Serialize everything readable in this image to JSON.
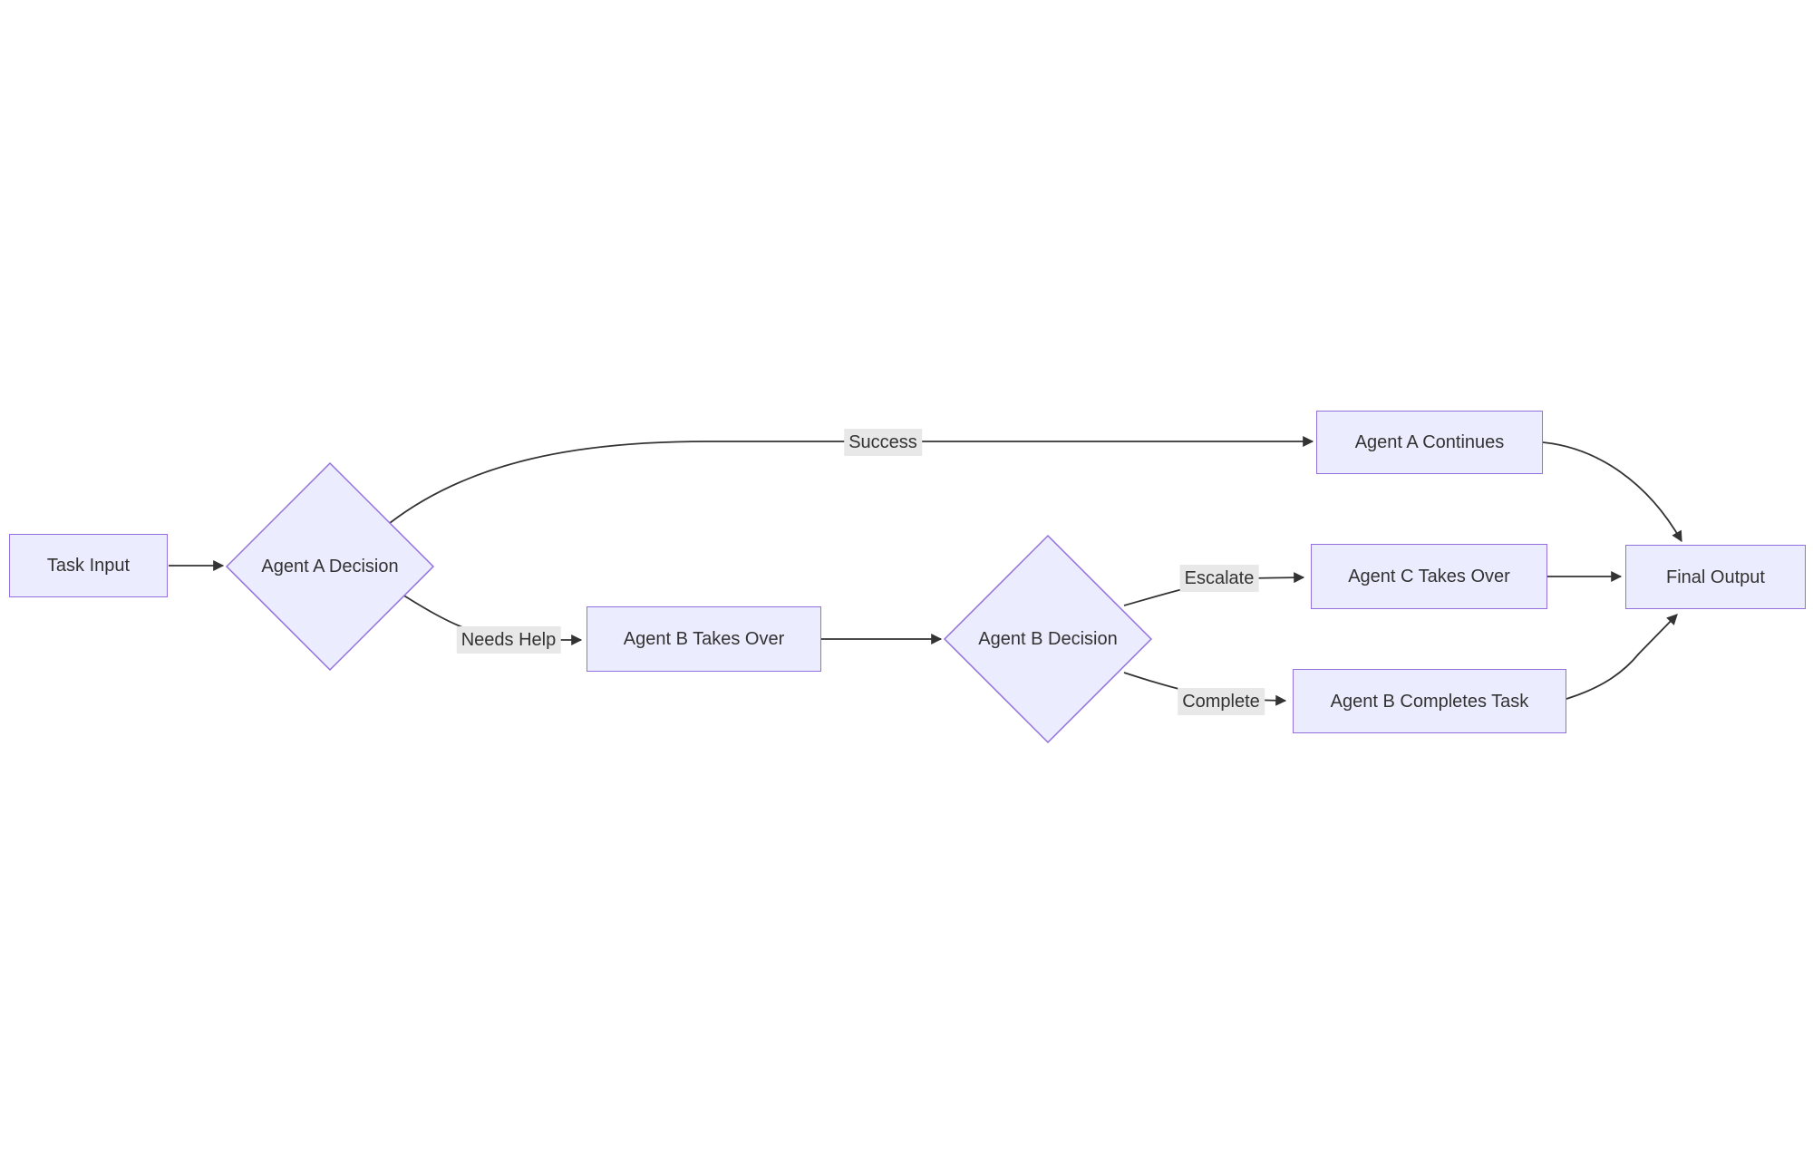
{
  "flowchart": {
    "type": "flowchart-left-to-right",
    "colors": {
      "node_fill": "#ECECFF",
      "node_border": "#9370DB",
      "node_text": "#333333",
      "edge_line": "#333333",
      "edge_label_text": "#333333",
      "edge_label_background": "#e8e8e8",
      "canvas_background": "#ffffff"
    },
    "nodes": {
      "task_input": {
        "label": "Task Input",
        "shape": "rectangle"
      },
      "agent_a_decision": {
        "label": "Agent A Decision",
        "shape": "diamond"
      },
      "agent_a_continues": {
        "label": "Agent A Continues",
        "shape": "rectangle"
      },
      "agent_b_takes_over": {
        "label": "Agent B Takes Over",
        "shape": "rectangle"
      },
      "agent_b_decision": {
        "label": "Agent B Decision",
        "shape": "diamond"
      },
      "agent_c_takes_over": {
        "label": "Agent C Takes Over",
        "shape": "rectangle"
      },
      "agent_b_completes_task": {
        "label": "Agent B Completes Task",
        "shape": "rectangle"
      },
      "final_output": {
        "label": "Final Output",
        "shape": "rectangle"
      }
    },
    "edges": {
      "task_to_a_decision": {
        "from": "task_input",
        "to": "agent_a_decision"
      },
      "a_success": {
        "from": "agent_a_decision",
        "to": "agent_a_continues",
        "label": "Success"
      },
      "a_needs_help": {
        "from": "agent_a_decision",
        "to": "agent_b_takes_over",
        "label": "Needs Help"
      },
      "b_takeover_to_b_decision": {
        "from": "agent_b_takes_over",
        "to": "agent_b_decision"
      },
      "b_escalate": {
        "from": "agent_b_decision",
        "to": "agent_c_takes_over",
        "label": "Escalate"
      },
      "b_complete": {
        "from": "agent_b_decision",
        "to": "agent_b_completes_task",
        "label": "Complete"
      },
      "a_continues_to_final": {
        "from": "agent_a_continues",
        "to": "final_output"
      },
      "c_to_final": {
        "from": "agent_c_takes_over",
        "to": "final_output"
      },
      "b_completes_to_final": {
        "from": "agent_b_completes_task",
        "to": "final_output"
      }
    }
  }
}
